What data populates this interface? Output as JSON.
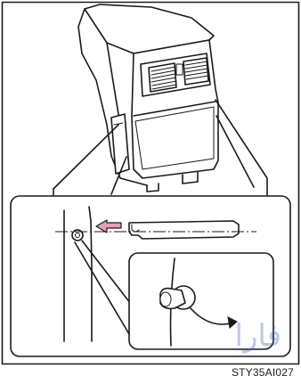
{
  "figure": {
    "code": "STY35AI027",
    "colors": {
      "line": "#1a1a1a",
      "arrow_fill": "#e8a0b0",
      "background": "#ffffff",
      "watermark": "#3a63c6"
    },
    "icons": [
      "console-body",
      "air-vent",
      "side-panel",
      "pin",
      "push-arrow",
      "curved-arrow"
    ],
    "watermark": "فارا"
  }
}
